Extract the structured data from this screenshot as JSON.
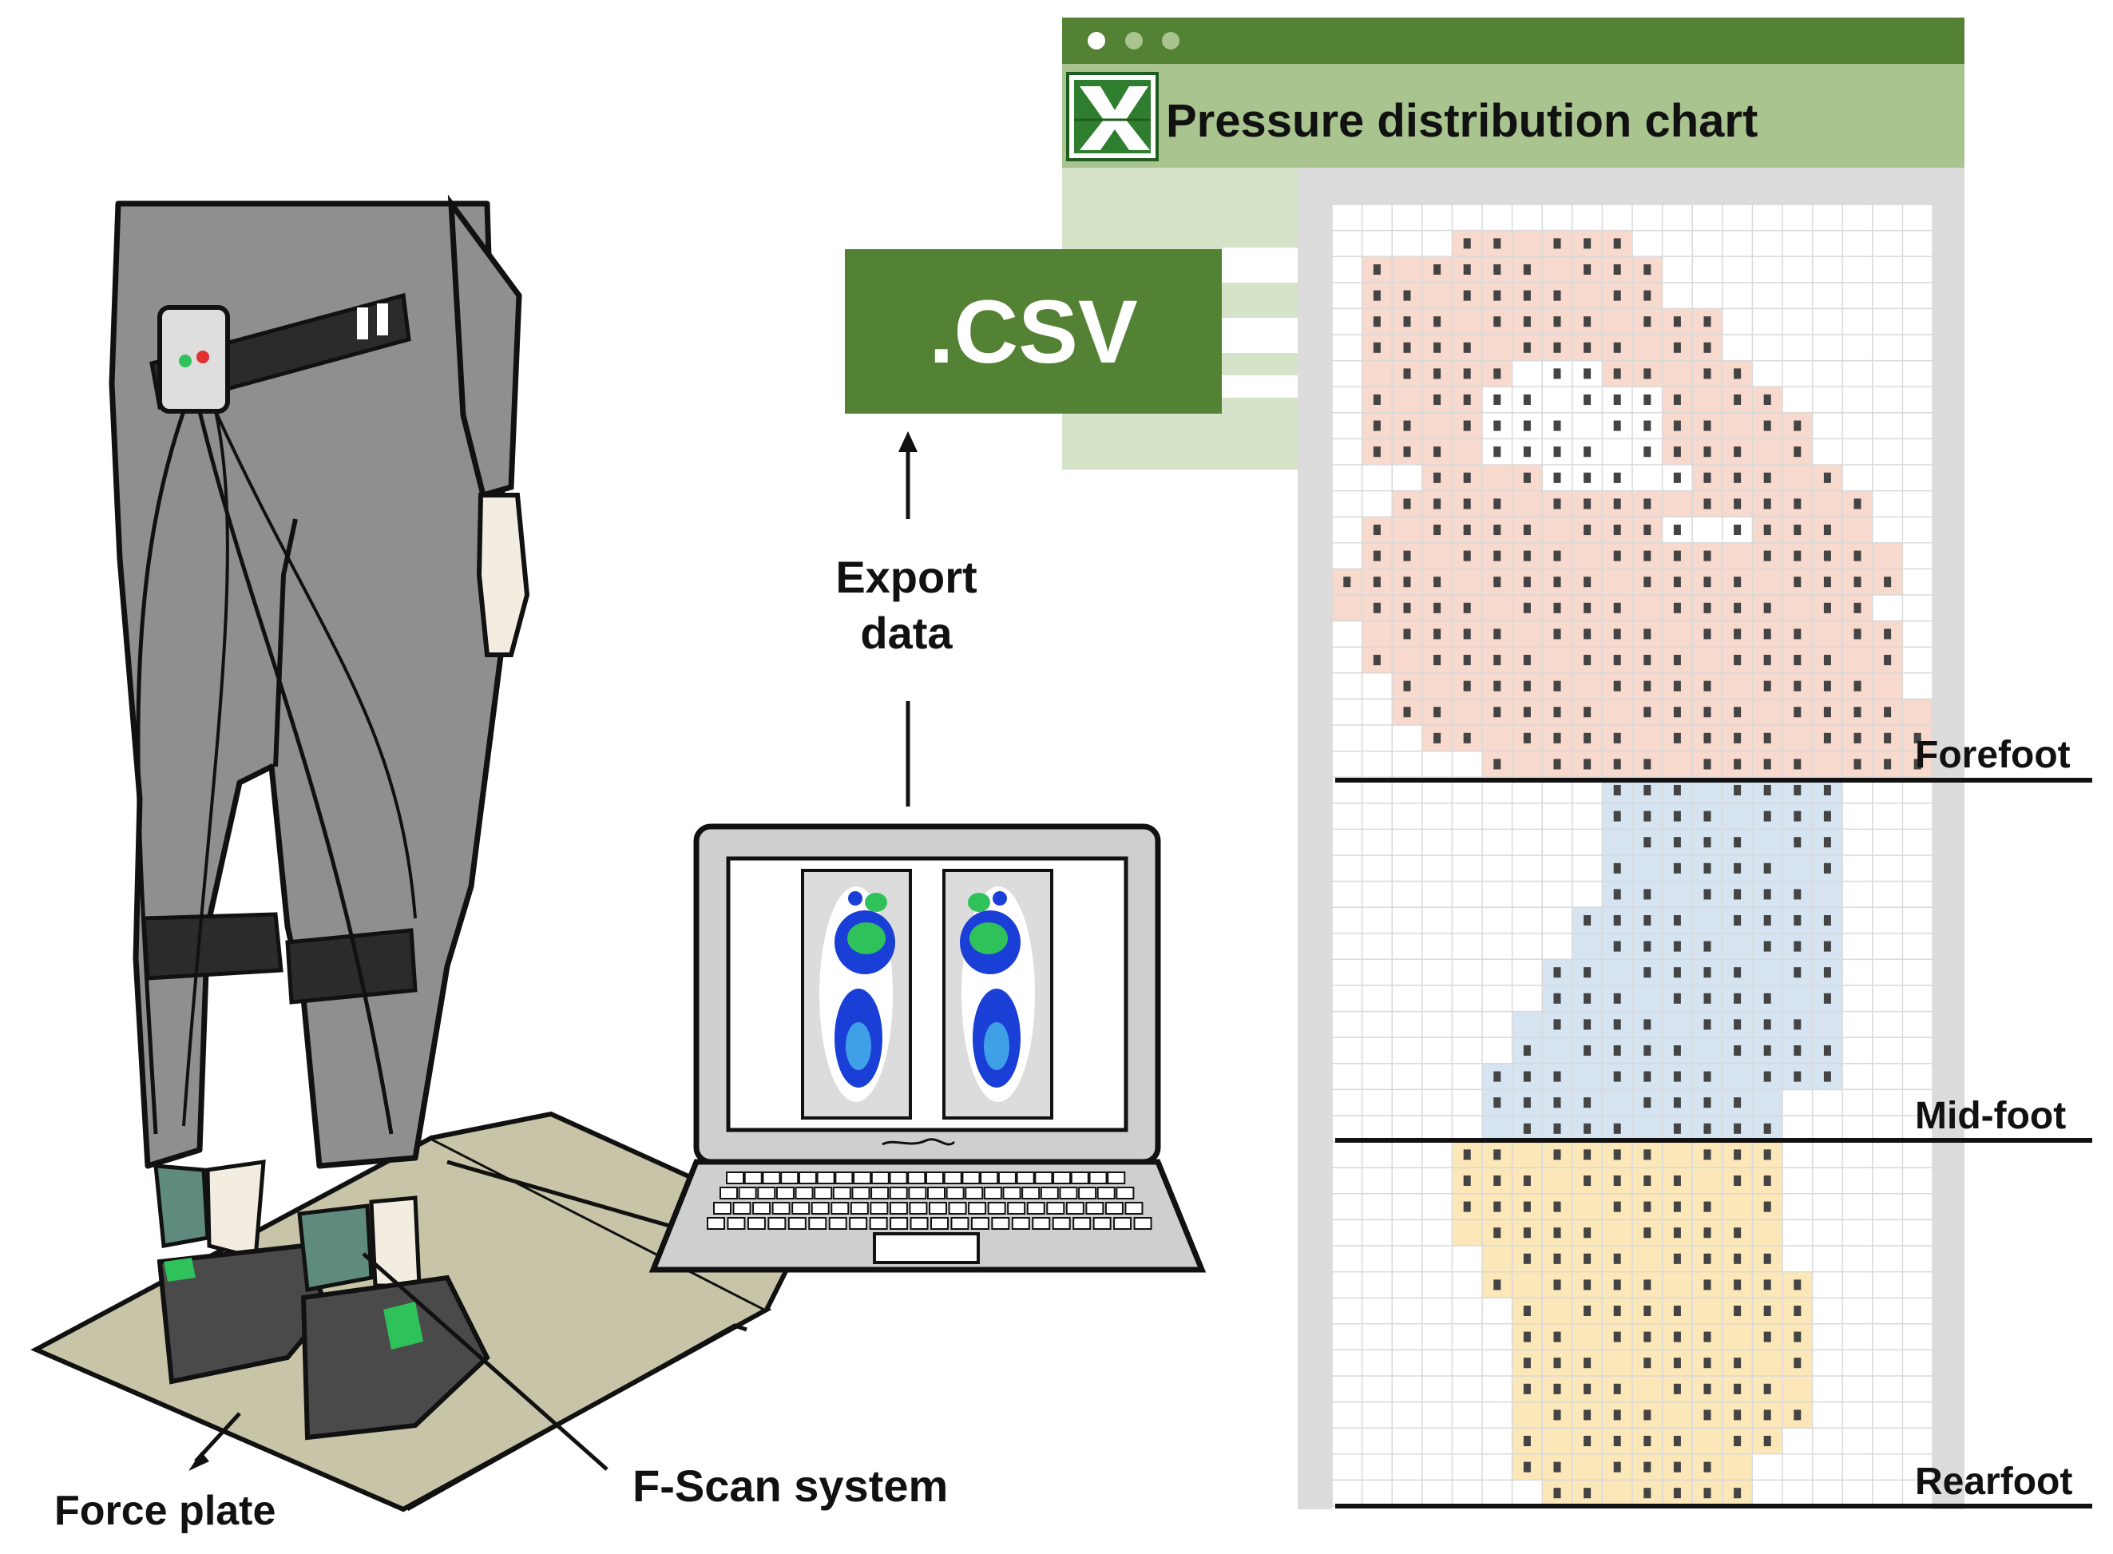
{
  "app_window": {
    "title": "Pressure distribution chart",
    "title_bar_color": "#548235",
    "header_color": "#a9c48e",
    "sheet_color": "#d5e3c8"
  },
  "file_box": {
    "label": ".CSV",
    "color": "#548235"
  },
  "flow": {
    "export_line1": "Export",
    "export_line2": "data"
  },
  "left_labels": {
    "force_plate": "Force plate",
    "fscan": "F-Scan system"
  },
  "regions": {
    "forefoot": {
      "label": "Forefoot",
      "color": "#f7d9cd"
    },
    "midfoot": {
      "label": "Mid-foot",
      "color": "#d6e4f2"
    },
    "rearfoot": {
      "label": "Rearfoot",
      "color": "#fbe7b8"
    }
  },
  "colors": {
    "pants": "#8f8f8f",
    "shoe": "#4a4a4a",
    "sock": "#5e8b7e",
    "plate": "#c8c4a8",
    "pressure_hot": "#2fc25a",
    "pressure_cold": "#1a3fd6"
  }
}
